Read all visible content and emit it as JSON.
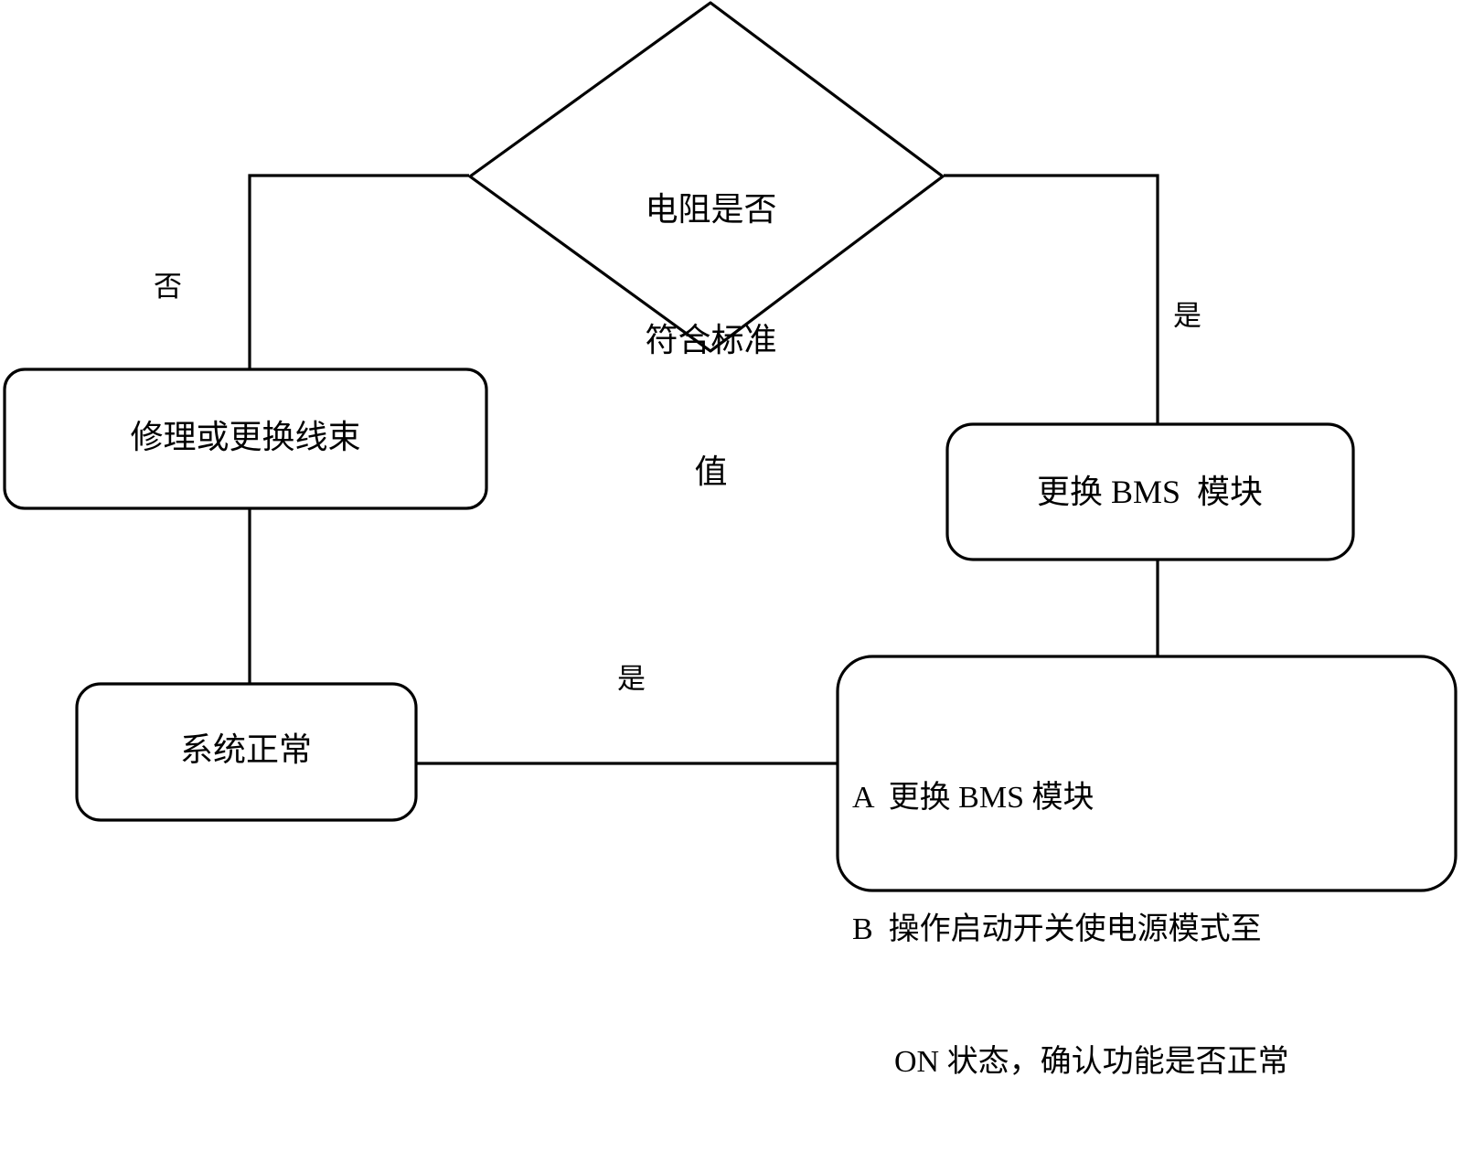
{
  "diagram": {
    "type": "flowchart",
    "title": "BMS 电阻诊断流程图",
    "background_color": "#ffffff",
    "line_color": "#000000",
    "text_color": "#000000",
    "nodes": {
      "decision": {
        "shape": "diamond",
        "lines": [
          "电阻是否",
          "符合标准",
          "值"
        ],
        "text": "电阻是否符合标准值"
      },
      "repair_harness": {
        "shape": "rounded-rect",
        "text": "修理或更换线束"
      },
      "system_normal": {
        "shape": "rounded-rect",
        "text": "系统正常"
      },
      "replace_bms": {
        "shape": "rounded-rect",
        "text": "更换 BMS  模块"
      },
      "verify_steps": {
        "shape": "rounded-rect",
        "lines": [
          "A  更换 BMS 模块",
          "B  操作启动开关使电源模式至",
          "ON 状态，确认功能是否正常"
        ]
      }
    },
    "edge_labels": {
      "no_branch": "否",
      "yes_branch_right": "是",
      "yes_branch_bottom": "是"
    }
  }
}
